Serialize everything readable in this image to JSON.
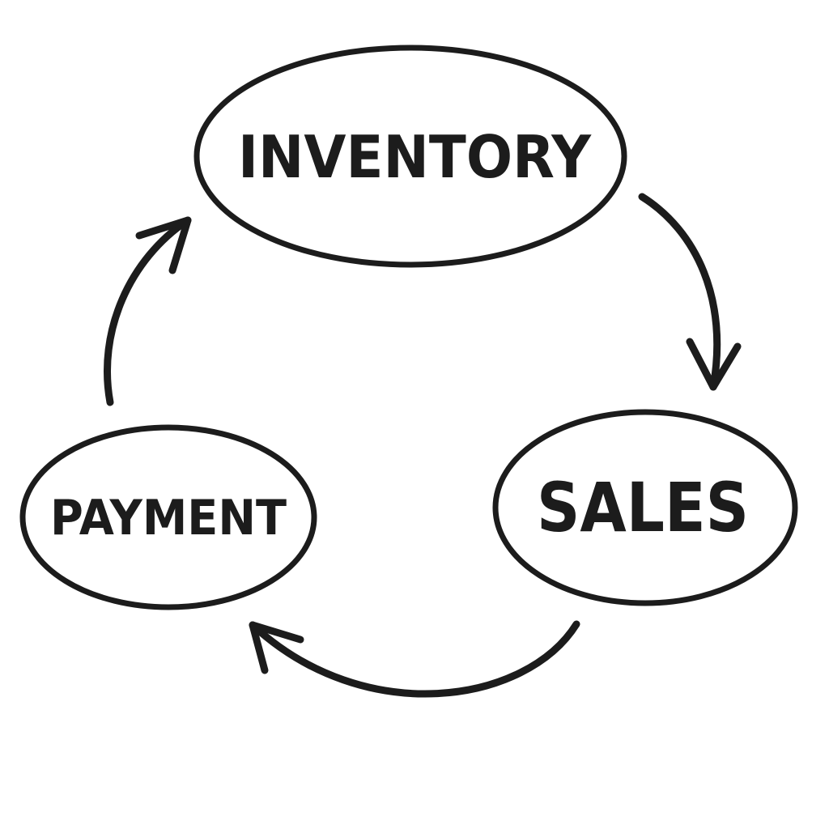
{
  "diagram": {
    "nodes": {
      "inventory": {
        "label": "INVENTORY"
      },
      "sales": {
        "label": "SALES"
      },
      "payment": {
        "label": "PAYMENT"
      }
    },
    "edges": [
      {
        "from": "INVENTORY",
        "to": "SALES"
      },
      {
        "from": "SALES",
        "to": "PAYMENT"
      },
      {
        "from": "PAYMENT",
        "to": "INVENTORY"
      }
    ]
  }
}
